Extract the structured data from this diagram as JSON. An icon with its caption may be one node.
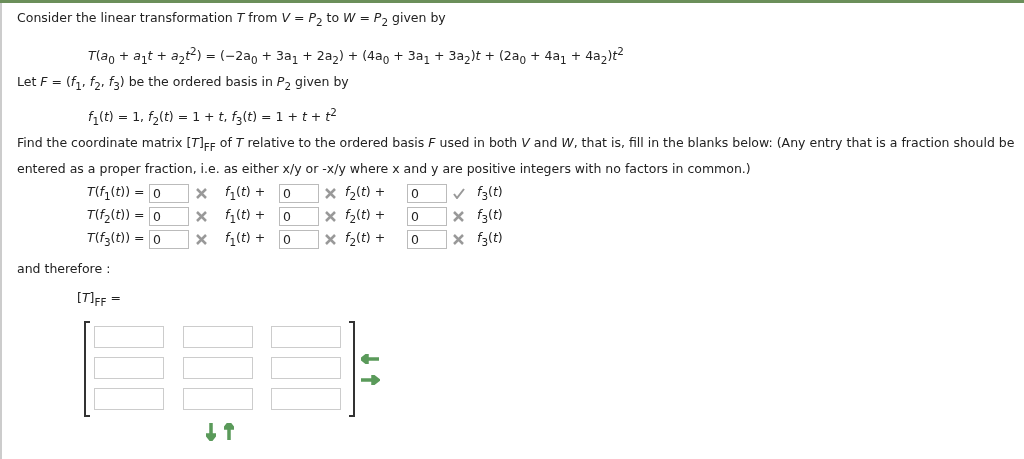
{
  "diagram": {
    "labels": [
      "Consider the linear transformation *T* from  *V* = *P*$_{2}$  to  *W* = *P*$_{2}$  given by",
      "*T*(*a*$_{0}$ + *a*$_{1}$*t* + *a*$_{2}$*t*$^{2}$) = (−2a$_{0}$ + 3a$_{1}$ + 2a$_{2}$) + (4a$_{0}$ + 3a$_{1}$ + 3a$_{2}$)*t* + (2a$_{0}$ + 4a$_{1}$ + 4a$_{2}$)*t*$^{2}$",
      "Let  *F* = (*f*$_{1}$, *f*$_{2}$, *f*$_{3}$)  be the ordered basis in  *P*$_{2}$  given by",
      "*f*$_{1}$(*t*) = 1, *f*$_{2}$(*t*) = 1 + *t*, *f*$_{3}$(*t*) = 1 + *t* + *t*$^{2}$",
      "Find the coordinate matrix  [*T*]$_{FF}$  of *T* relative to the ordered basis *F* used in both *V* and *W*, that is, fill in the blanks below: (Any entry that is a fraction should be entered as a proper fraction, i.e. as either x/y or -x/y where x and y are positive integers with no factors in common.)",
      "*T*(*f*$_{1}$(*t*)) =",
      "0",
      "*f*$_{1}$(*t*) +",
      "0",
      "*f*$_{2}$(*t*) +",
      "0",
      "*f*$_{3}$(*t*)",
      "*T*(*f*$_{2}$(*t*)) =",
      "0",
      "*f*$_{1}$(*t*) +",
      "0",
      "*f*$_{2}$(*t*) +",
      "0",
      "*f*$_{3}$(*t*)",
      "*T*(*f*$_{3}$(*t*)) =",
      "0",
      "*f*$_{1}$(*t*) +",
      "0",
      "*f*$_{2}$(*t*) +",
      "0",
      "*f*$_{3}$(*t*)",
      "and therefore :",
      "[*T*]$_{FF}$  ="
    ]
  }
}
